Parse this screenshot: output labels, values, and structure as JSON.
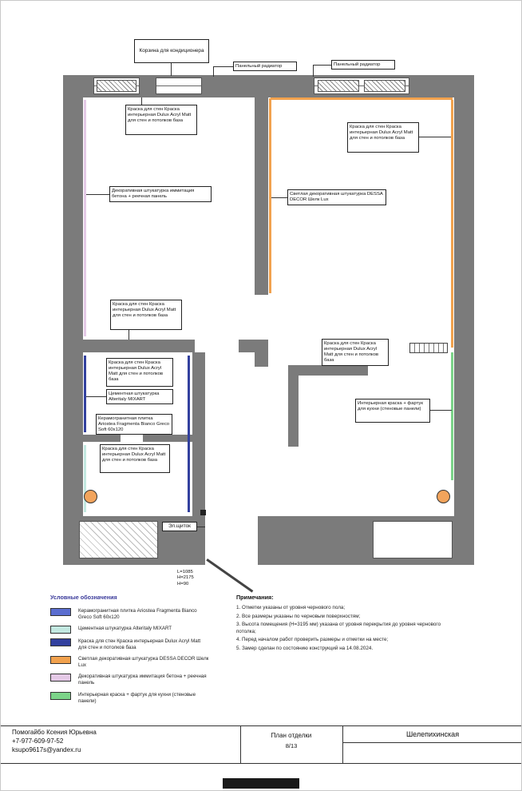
{
  "plan": {
    "callouts": {
      "basket": "Корзина для кондиционера",
      "radiator": "Панельный радиатор",
      "paint": "Краска для стен Краска интерьерная Dulux Acryl Matt для стен и потолков база",
      "decor_plaster": "Декоративная штукатурка иммитация бетона + реечная панель",
      "light_decor": "Светлая декоративная штукатурка DESSA DECOR Шелк Lux",
      "cement": "Цементная штукатурка Alteritaly MIXART",
      "tile": "Керамогранитная плитка Ariostea Fragmenta Bianco Greco Soft 60x120",
      "kitchen": "Интерьерная краска + фартук для кухни (стеновые панели)",
      "electrical": "Эл.щиток"
    },
    "door": {
      "l": "L=1085",
      "h1": "H=2175",
      "h2": "H=90"
    },
    "colors": {
      "wall": "#7b7b7b",
      "riser": "#f2a45c"
    }
  },
  "legend": {
    "title": "Условные обозначения",
    "items": [
      {
        "label": "Керамогранитная плитка Ariostea Fragmenta Bianco Greco Soft 60x120",
        "color": "#5b6ed0"
      },
      {
        "label": "Цементная штукатурка Alteritaly MIXART",
        "color": "#c2e8e0"
      },
      {
        "label": "Краска для стен Краска интерьерная Dulux Acryl Matt для стен и потолков база",
        "color": "#32409e"
      },
      {
        "label": "Светлая декоративная штукатурка DESSA DECOR Шелк Lux",
        "color": "#f2a24e"
      },
      {
        "label": "Декоративная штукатурка иммитация бетона + реечная панель",
        "color": "#e4c9e6"
      },
      {
        "label": "Интерьерная краска + фартук для кухни (стеновые панели)",
        "color": "#7cd489"
      }
    ]
  },
  "notes": {
    "title": "Примечания:",
    "items": [
      "1. Отметки указаны от уровня чернового пола;",
      "2. Все размеры указаны по черновым поверхностям;",
      "3. Высота помещения (Н=3195 мм) указана от уровня перекрытия до уровня чернового потолка;",
      "4. Перед началом работ проверить размеры и отметки на месте;",
      "5. Замер сделан по состоянию конструкций на 14.08.2024."
    ]
  },
  "titleblock": {
    "author": "Помогайбо Ксения Юрьевна",
    "phone": "+7-977-609-97-52",
    "email": "ksupo9617s@yandex.ru",
    "sheet_title": "План отделки",
    "sheet_number": "8/13",
    "project": "Шелепихинская"
  }
}
